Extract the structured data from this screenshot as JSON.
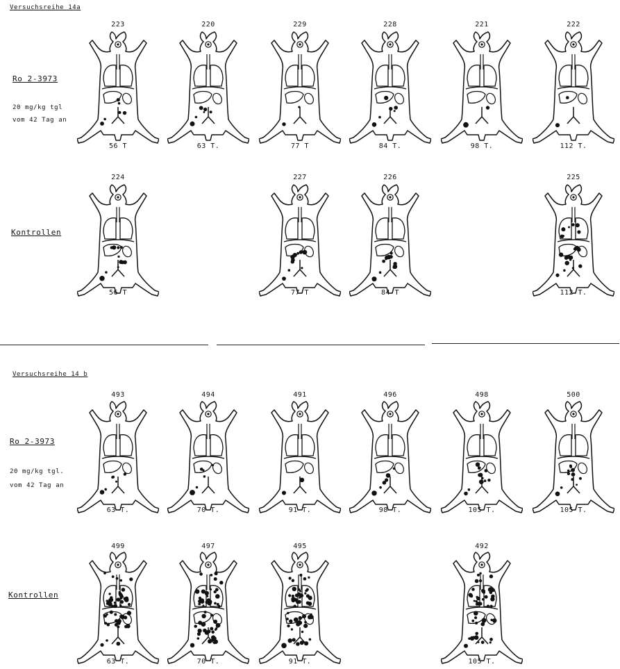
{
  "series_a": {
    "title": "Versuchsreihe 14a",
    "treatment": {
      "drug": "Ro 2-3973",
      "dose": "20 mg/kg tgl",
      "from": "vom 42 Tag an"
    },
    "control_label": "Kontrollen",
    "treated": [
      {
        "id": "223",
        "day": "56 T",
        "level": "low"
      },
      {
        "id": "220",
        "day": "63 T.",
        "level": "low"
      },
      {
        "id": "229",
        "day": "77 T",
        "level": "minimal"
      },
      {
        "id": "228",
        "day": "84 T.",
        "level": "low"
      },
      {
        "id": "221",
        "day": "98 T.",
        "level": "minimal"
      },
      {
        "id": "222",
        "day": "112 T.",
        "level": "minimal"
      }
    ],
    "controls": [
      {
        "id": "224",
        "day": "56 T",
        "level": "medium"
      },
      {
        "id": "227",
        "day": "77 T",
        "level": "medium"
      },
      {
        "id": "226",
        "day": "84 T",
        "level": "medium"
      },
      {
        "id": "225",
        "day": "112 T.",
        "level": "high"
      }
    ]
  },
  "series_b": {
    "title": "Versuchsreihe 14 b",
    "treatment": {
      "drug": "Ro 2-3973",
      "dose": "20 mg/kg tgl.",
      "from": "vom 42 Tag an"
    },
    "control_label": "Kontrollen",
    "treated": [
      {
        "id": "493",
        "day": "63 T.",
        "level": "low"
      },
      {
        "id": "494",
        "day": "70 T.",
        "level": "low"
      },
      {
        "id": "491",
        "day": "91 T.",
        "level": "minimal"
      },
      {
        "id": "496",
        "day": "98 T.",
        "level": "low"
      },
      {
        "id": "498",
        "day": "105 T.",
        "level": "medium"
      },
      {
        "id": "500",
        "day": "105 T.",
        "level": "medium"
      }
    ],
    "controls": [
      {
        "id": "499",
        "day": "63 T.",
        "level": "max"
      },
      {
        "id": "497",
        "day": "70 T.",
        "level": "max"
      },
      {
        "id": "495",
        "day": "91 T.",
        "level": "max"
      },
      {
        "id": "492",
        "day": "105 T.",
        "level": "max"
      }
    ]
  }
}
